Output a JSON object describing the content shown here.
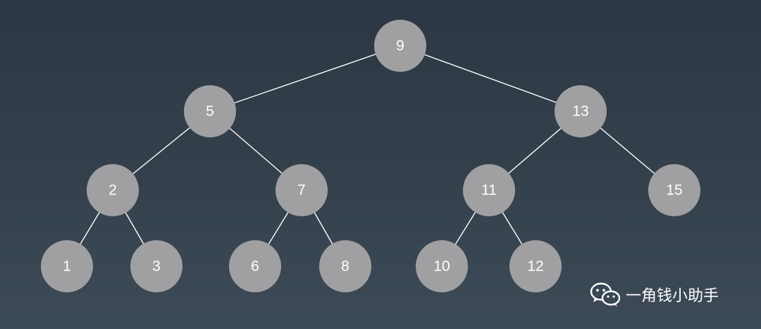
{
  "tree": {
    "node_fill": "#a0a0a2",
    "edge_color": "#ffffff",
    "nodes": [
      {
        "id": "9",
        "label": "9"
      },
      {
        "id": "5",
        "label": "5"
      },
      {
        "id": "13",
        "label": "13"
      },
      {
        "id": "2",
        "label": "2"
      },
      {
        "id": "7",
        "label": "7"
      },
      {
        "id": "11",
        "label": "11"
      },
      {
        "id": "15",
        "label": "15"
      },
      {
        "id": "1",
        "label": "1"
      },
      {
        "id": "3",
        "label": "3"
      },
      {
        "id": "6",
        "label": "6"
      },
      {
        "id": "8",
        "label": "8"
      },
      {
        "id": "10",
        "label": "10"
      },
      {
        "id": "12",
        "label": "12"
      }
    ],
    "edges": [
      [
        "9",
        "5"
      ],
      [
        "9",
        "13"
      ],
      [
        "5",
        "2"
      ],
      [
        "5",
        "7"
      ],
      [
        "13",
        "11"
      ],
      [
        "13",
        "15"
      ],
      [
        "2",
        "1"
      ],
      [
        "2",
        "3"
      ],
      [
        "7",
        "6"
      ],
      [
        "7",
        "8"
      ],
      [
        "11",
        "10"
      ],
      [
        "11",
        "12"
      ]
    ]
  },
  "watermark": {
    "icon": "wechat-icon",
    "text": "一角钱小助手"
  }
}
